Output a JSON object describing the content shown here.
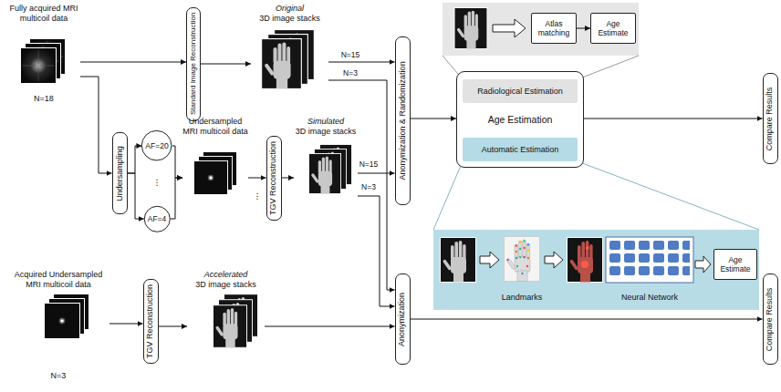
{
  "diagram": {
    "nodes": [
      {
        "text": [
          "Fully acquired MRI multicoil data",
          "N=18"
        ]
      },
      {
        "text": [
          "Standard Image Reconstruction"
        ]
      },
      {
        "text": [
          "Original",
          "3D image stacks"
        ]
      },
      {
        "text": [
          "Anonymization & Randomization"
        ]
      },
      {
        "text": [
          "Undersampling"
        ]
      },
      {
        "text": [
          "AF=20"
        ]
      },
      {
        "text": [
          "AF=4"
        ]
      },
      {
        "text": [
          "Undersampled MRI multicoil data"
        ]
      },
      {
        "text": [
          "TGV Reconstruction"
        ]
      },
      {
        "text": [
          "Simulated",
          "3D image stacks"
        ]
      },
      {
        "text": [
          "Acquired Undersampled MRI multicoil data",
          "N=3"
        ]
      },
      {
        "text": [
          "TGV Reconstruction"
        ]
      },
      {
        "text": [
          "Accelerated",
          "3D image stacks"
        ]
      },
      {
        "text": [
          "Anonymization"
        ]
      },
      {
        "text": [
          "Age Estimation"
        ]
      },
      {
        "text": [
          "Radiological Estimation"
        ],
        "in": 14
      },
      {
        "text": [
          "Automatic Estimation"
        ],
        "in": 14
      },
      {
        "text": [
          "Atlas matching"
        ]
      },
      {
        "text": [
          "Age Estimate"
        ]
      },
      {
        "text": [
          "Age Estimate"
        ]
      },
      {
        "text": [
          "Compare Results"
        ]
      },
      {
        "text": [
          "Compare Results"
        ]
      }
    ],
    "edges": [
      {
        "from": 0,
        "to": 1,
        "arrow": "to"
      },
      {
        "from": 0,
        "to": 4,
        "arrow": "to"
      },
      {
        "from": 1,
        "to": 2,
        "arrow": "to"
      },
      {
        "from": 2,
        "to": 3,
        "label": "N=15",
        "arrow": "to"
      },
      {
        "from": 2,
        "to": 13,
        "label": "N=3",
        "arrow": "to"
      },
      {
        "from": 4,
        "to": 5,
        "arrow": "to"
      },
      {
        "from": 4,
        "to": 6,
        "arrow": "to"
      },
      {
        "from": 5,
        "to": 7,
        "arrow": "to"
      },
      {
        "from": 6,
        "to": 7,
        "arrow": "to"
      },
      {
        "from": 7,
        "to": 8,
        "arrow": "to"
      },
      {
        "from": 8,
        "to": 9,
        "arrow": "to"
      },
      {
        "from": 9,
        "to": 3,
        "label": "N=15",
        "arrow": "to"
      },
      {
        "from": 9,
        "to": 13,
        "label": "N=3",
        "arrow": "to"
      },
      {
        "from": 3,
        "to": 14,
        "arrow": "to"
      },
      {
        "from": 17,
        "to": 18,
        "arrow": "to"
      },
      {
        "from": 14,
        "to": 20,
        "arrow": "to"
      },
      {
        "from": 10,
        "to": 11,
        "arrow": "to"
      },
      {
        "from": 11,
        "to": 12,
        "arrow": "to"
      },
      {
        "from": 12,
        "to": 13,
        "arrow": "to"
      },
      {
        "from": 13,
        "to": 21,
        "arrow": "to"
      }
    ],
    "labels": [
      "⋮",
      "⋮",
      "Landmarks",
      "Neural Network"
    ]
  }
}
